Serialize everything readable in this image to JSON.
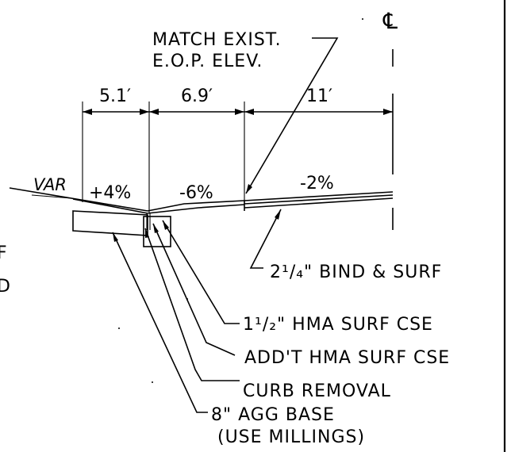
{
  "drawing": {
    "centerline_symbol": "℄",
    "callout_top": {
      "line1": "MATCH EXIST.",
      "line2": "E.O.P. ELEV."
    },
    "dimensions": [
      "5.1′",
      "6.9′",
      "11′"
    ],
    "slopes": {
      "var": "VAR",
      "s1": "+4%",
      "s2": "-6%",
      "s3": "-2%"
    },
    "notes": {
      "bind_surf": "2¹/₄\" BIND & SURF",
      "hma_surf": "1¹/₂\" HMA SURF CSE",
      "addt_hma": "ADD'T HMA SURF CSE",
      "curb_removal": "CURB REMOVAL",
      "agg_base_1": "8\" AGG BASE",
      "agg_base_2": "(USE MILLINGS)"
    },
    "clipped_left": {
      "line1": "F",
      "line2": "D"
    }
  }
}
